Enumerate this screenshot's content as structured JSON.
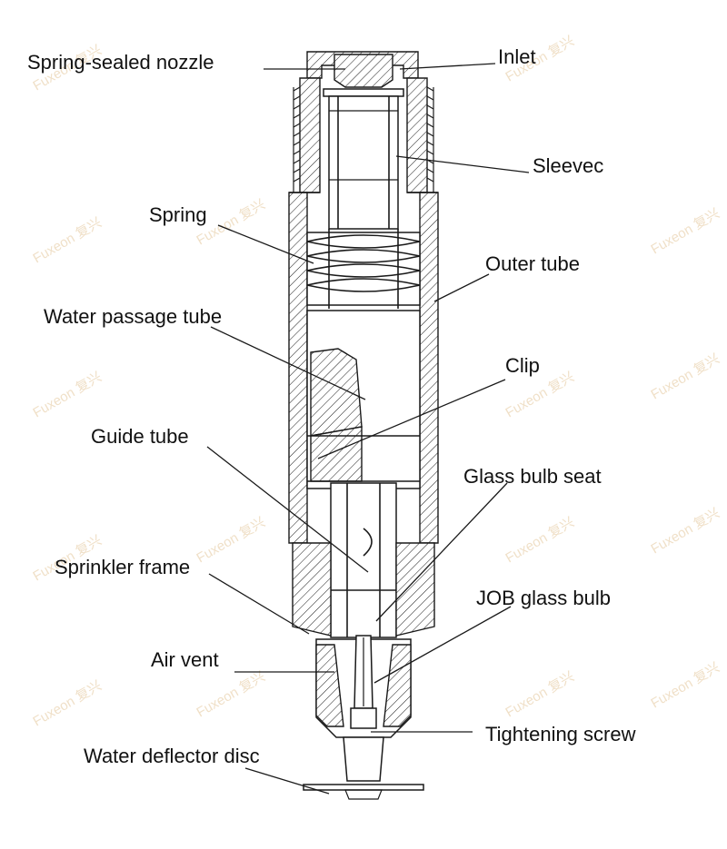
{
  "labels": {
    "spring_sealed_nozzle": "Spring-sealed nozzle",
    "inlet": "Inlet",
    "sleevec": "Sleevec",
    "spring": "Spring",
    "outer_tube": "Outer tube",
    "water_passage_tube": "Water passage tube",
    "clip": "Clip",
    "guide_tube": "Guide tube",
    "glass_bulb_seat": "Glass bulb seat",
    "sprinkler_frame": "Sprinkler frame",
    "job_glass_bulb": "JOB glass bulb",
    "air_vent": "Air vent",
    "tightening_screw": "Tightening screw",
    "water_deflector_disc": "Water deflector disc"
  },
  "watermark": "Fuxeon 复兴"
}
